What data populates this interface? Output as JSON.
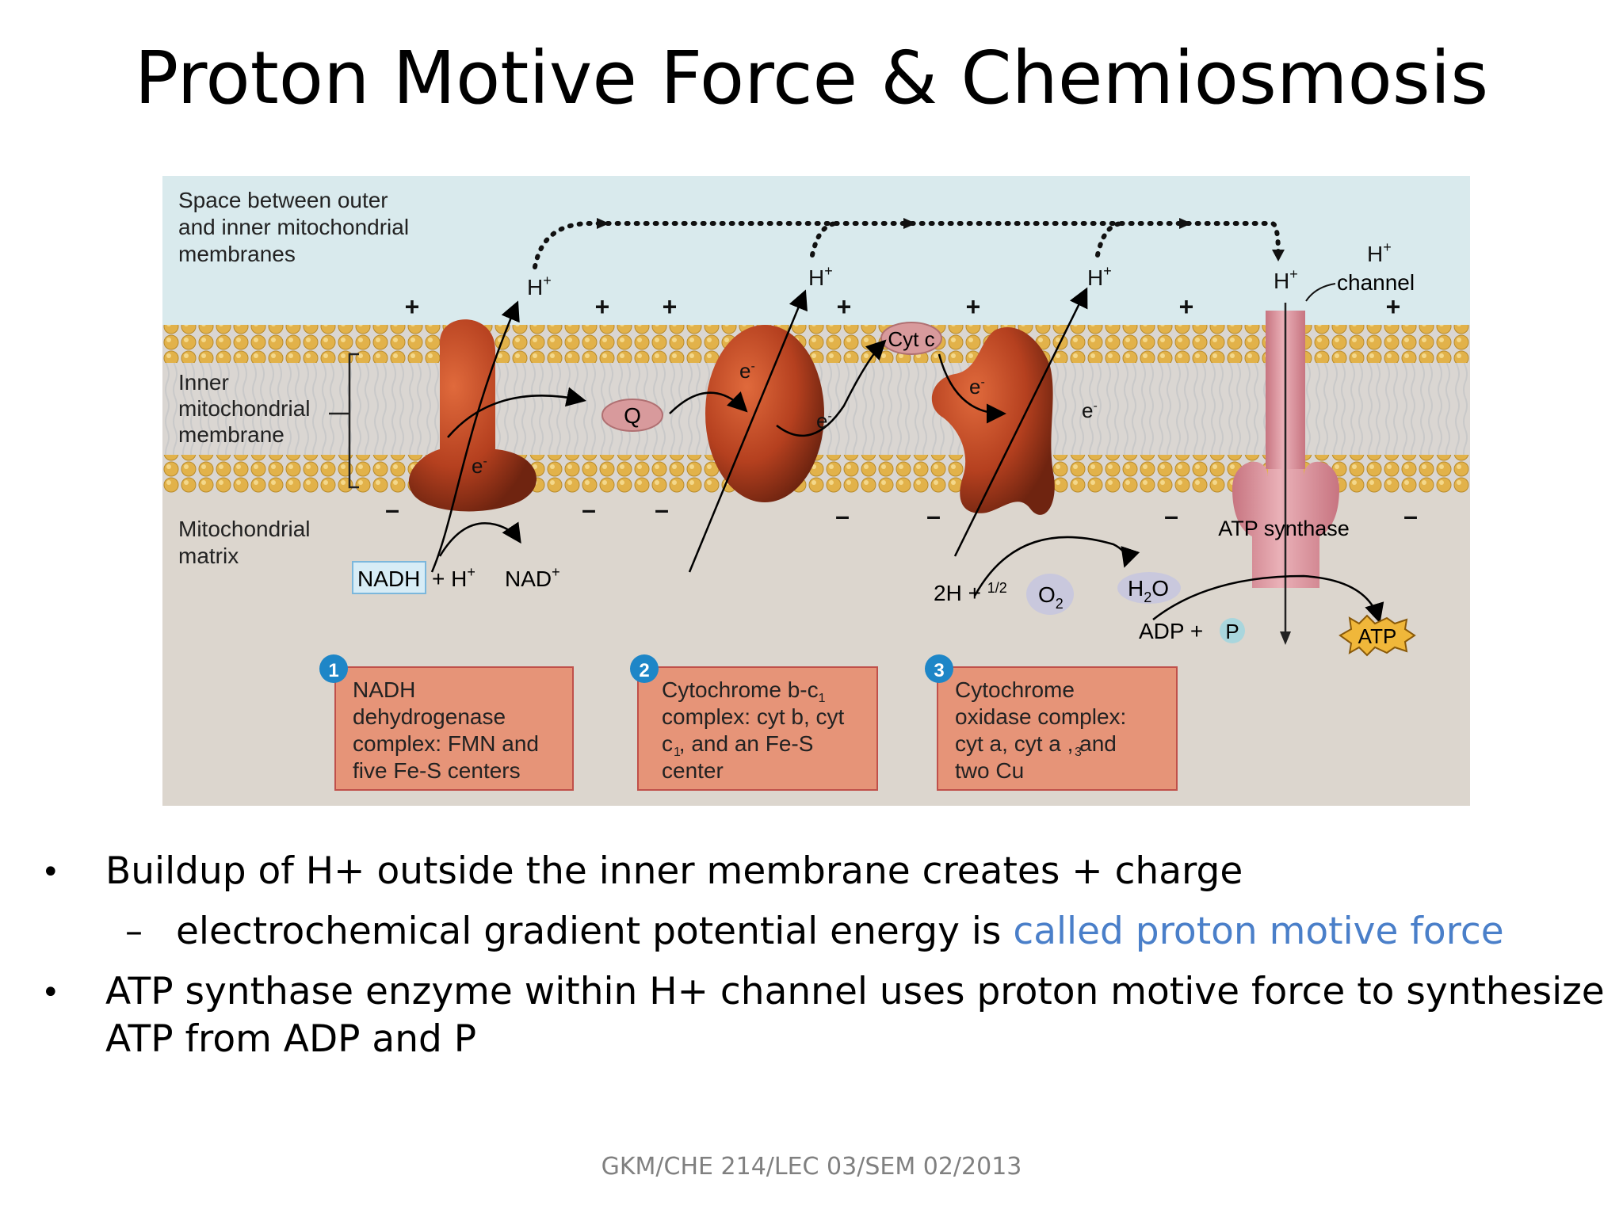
{
  "slide": {
    "title": "Proton Motive Force & Chemiosmosis",
    "footer": "GKM/CHE 214/LEC 03/SEM 02/2013"
  },
  "figure": {
    "region_labels": {
      "intermembrane_space": [
        "Space between outer",
        "and inner mitochondrial",
        "membranes"
      ],
      "inner_membrane": [
        "Inner",
        "mitochondrial",
        "membrane"
      ],
      "matrix": [
        "Mitochondrial",
        "matrix"
      ]
    },
    "proton": "H",
    "proton_sup": "+",
    "electron": "e",
    "electron_sup": "-",
    "plus_sign": "+",
    "minus_sign": "–",
    "q_label": "Q",
    "cytc_label": "Cyt c",
    "h_channel_label": "channel",
    "atp_synthase_label": "ATP synthase",
    "nadh_label": "NADH",
    "nadh_h_label": "+ H",
    "nad_label": "NAD",
    "oxygen_reactant_label": "2H + ",
    "half": "1/2",
    "o2_label": "O",
    "o2_sub": "2",
    "h2o_label": "H",
    "h2o_sub": "2",
    "h2o_o": "O",
    "adp_label": "ADP +",
    "p_label": "P",
    "atp_label": "ATP",
    "complexes": [
      {
        "number": "1",
        "lines": [
          "NADH",
          "dehydrogenase",
          "complex: FMN and",
          "five Fe-S centers"
        ]
      },
      {
        "number": "2",
        "lines": [
          "Cytochrome b-c",
          "complex: cyt b, cyt",
          "c , and an Fe-S",
          "center"
        ]
      },
      {
        "number": "3",
        "lines": [
          "Cytochrome",
          "oxidase complex:",
          "cyt a, cyt a , and",
          "two Cu"
        ]
      }
    ],
    "subscript_1": "1",
    "subscript_3": "3",
    "colors": {
      "intermembrane_bg": "#d9eaed",
      "matrix_bg": "#dcd6ce",
      "lipid_head": "#e2b24a",
      "protein": "#b5401f",
      "synthase": "#d98b95",
      "box_fill": "#e69478",
      "badge": "#1e86c7"
    }
  },
  "bullets": [
    {
      "level": 1,
      "text": "Buildup of H+ outside the inner membrane creates + charge"
    },
    {
      "level": 2,
      "text": "electrochemical gradient potential energy is ",
      "accent": "called proton motive force"
    },
    {
      "level": 1,
      "lines": [
        "ATP synthase enzyme within H+ channel uses proton motive force to synthesize",
        "ATP from ADP and P"
      ]
    }
  ]
}
